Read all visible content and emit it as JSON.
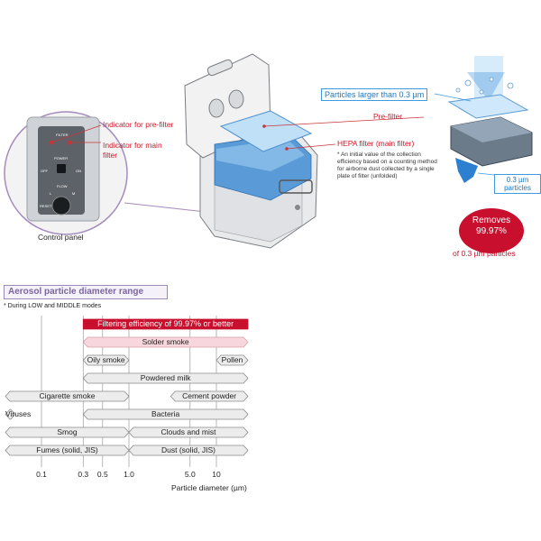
{
  "control_panel": {
    "caption": "Control panel",
    "labels": {
      "filter": "FILTER",
      "power": "POWER",
      "off": "OFF",
      "on": "ON",
      "flow": "FLOW",
      "l": "L",
      "m": "M",
      "reset": "RESET"
    }
  },
  "callouts": {
    "indicator_prefilter": "Indicator for pre-filter",
    "indicator_mainfilter": "Indicator for main filter",
    "prefilter": "Pre-filter",
    "hepa": "HEPA filter (main filter)",
    "note": "* An initial value of the collection efficiency based on a counting method for airborne dust collected by a single plate of filter (unfolded)",
    "particles_larger": "Particles larger than 0.3 µm",
    "particles_03": "0.3 µm particles",
    "removes_line1": "Removes",
    "removes_line2": "99.97%",
    "removes_line3": "of 0.3 µm particles"
  },
  "range_chart": {
    "title": "Aerosol particle diameter range",
    "note": "* During LOW and MIDDLE modes",
    "xlabel": "Particle diameter (µm)",
    "ticks": [
      {
        "label": "0.1",
        "value": 0.1
      },
      {
        "label": "0.3",
        "value": 0.3
      },
      {
        "label": "0.5",
        "value": 0.5
      },
      {
        "label": "1.0",
        "value": 1.0
      },
      {
        "label": "5.0",
        "value": 5.0
      },
      {
        "label": "10",
        "value": 10
      }
    ],
    "bars": [
      {
        "label": "Filtering efficiency of 99.97% or better",
        "from": 0.3,
        "to": 50,
        "style": "red"
      },
      {
        "label": "Solder smoke",
        "from": 0.3,
        "to": 50,
        "style": "pink"
      },
      {
        "label": "Oily smoke",
        "from": 0.3,
        "to": 1.0,
        "style": "gray"
      },
      {
        "label": "Pollen",
        "from": 10,
        "to": 50,
        "style": "gray"
      },
      {
        "label": "Powdered milk",
        "from": 0.3,
        "to": 50,
        "style": "gray"
      },
      {
        "label": "Cigarette smoke",
        "from": 0.01,
        "to": 1.0,
        "style": "gray"
      },
      {
        "label": "Cement powder",
        "from": 3,
        "to": 50,
        "style": "gray"
      },
      {
        "label": "Viruses",
        "from": 0.003,
        "to": 0.05,
        "style": "gray"
      },
      {
        "label": "Bacteria",
        "from": 0.3,
        "to": 50,
        "style": "gray"
      },
      {
        "label": "Smog",
        "from": 0.003,
        "to": 1.0,
        "style": "gray"
      },
      {
        "label": "Clouds and mist",
        "from": 1.0,
        "to": 50,
        "style": "gray"
      },
      {
        "label": "Fumes (solid, JIS)",
        "from": 0.003,
        "to": 1.0,
        "style": "gray"
      },
      {
        "label": "Dust (solid, JIS)",
        "from": 1.0,
        "to": 50,
        "style": "gray"
      }
    ]
  }
}
